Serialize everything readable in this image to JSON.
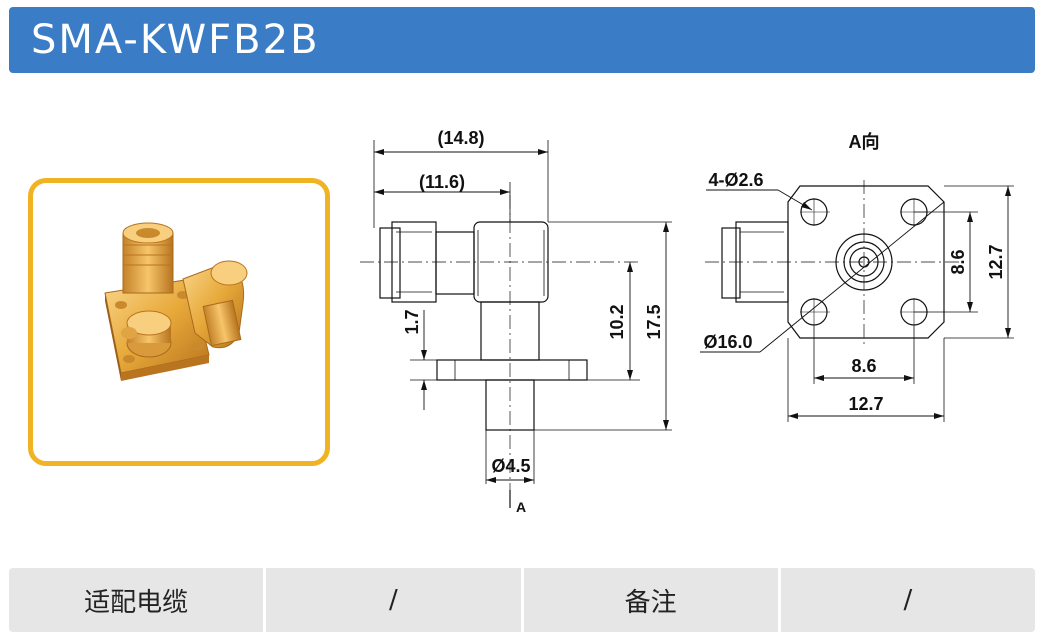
{
  "header": {
    "title": "SMA-KWFB2B"
  },
  "drawing": {
    "side_view": {
      "dim_overall_length": "(14.8)",
      "dim_body_length": "(11.6)",
      "dim_flange_thickness": "1.7",
      "dim_height_to_center": "10.2",
      "dim_total_height": "17.5",
      "dim_pin_diameter": "Ø4.5",
      "view_marker": "A"
    },
    "view_a": {
      "label": "A向",
      "dim_holes": "4-Ø2.6",
      "dim_diameter": "Ø16.0",
      "dim_hole_spacing_h": "8.6",
      "dim_width_h": "12.7",
      "dim_hole_spacing_v": "8.6",
      "dim_width_v": "12.7"
    }
  },
  "spec_table": {
    "cable_label": "适配电缆",
    "cable_value": "/",
    "remarks_label": "备注",
    "remarks_value": "/"
  },
  "colors": {
    "header": "#3a7dc6",
    "frame": "#f0b323",
    "gold": "#e7a93a"
  }
}
